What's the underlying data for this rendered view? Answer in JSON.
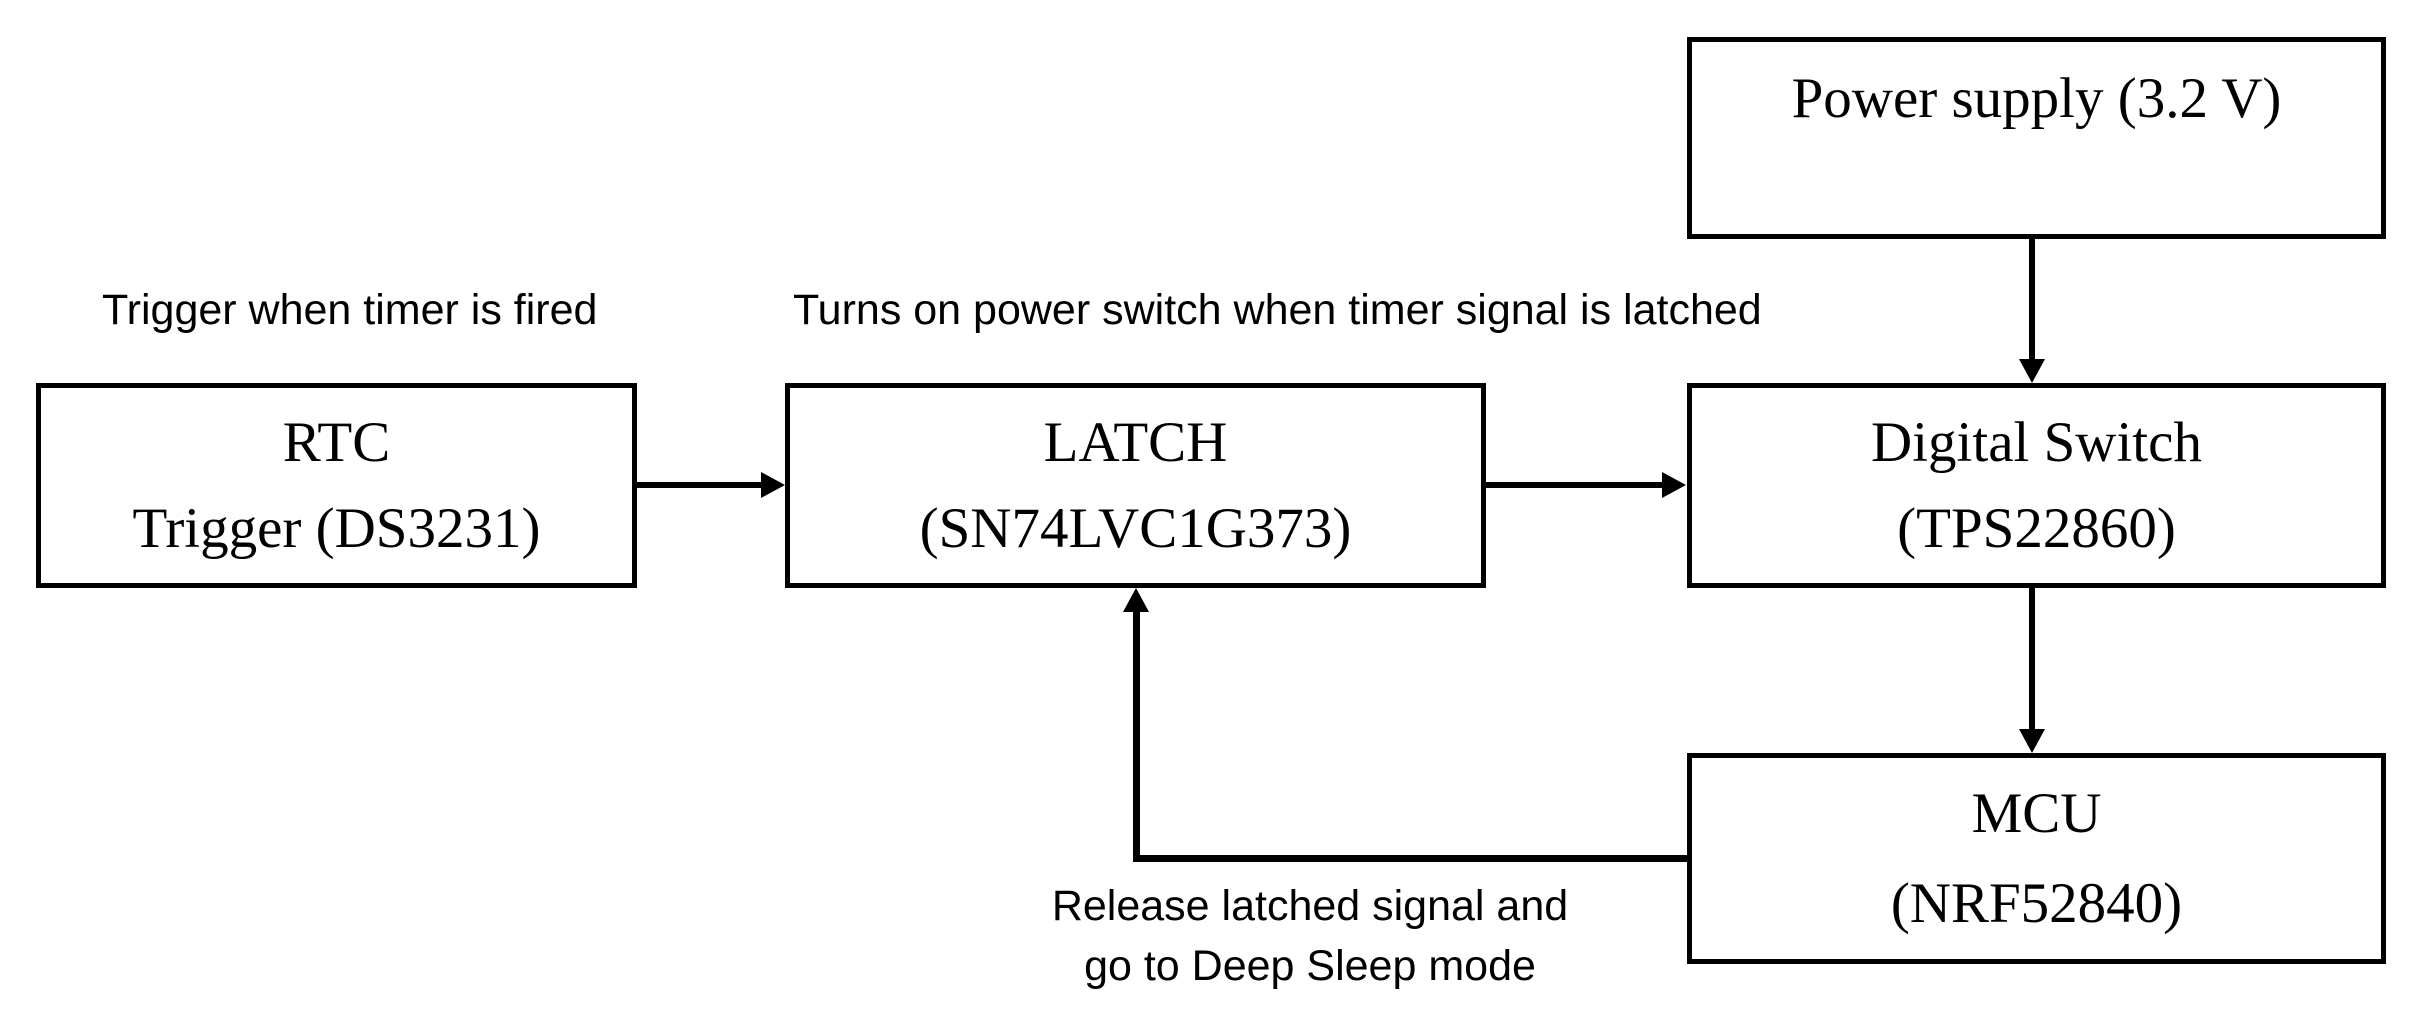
{
  "diagram": {
    "boxes": {
      "power_supply": {
        "line1": "Power supply (3.2 V)"
      },
      "rtc": {
        "line1": "RTC",
        "line2": "Trigger (DS3231)"
      },
      "latch": {
        "line1": "LATCH",
        "line2": "(SN74LVC1G373)"
      },
      "digital_switch": {
        "line1": "Digital Switch",
        "line2": "(TPS22860)"
      },
      "mcu": {
        "line1": "MCU",
        "line2": "(NRF52840)"
      }
    },
    "labels": {
      "rtc_to_latch": "Trigger when timer is fired",
      "latch_to_switch": "Turns on power switch when timer signal is latched",
      "mcu_to_latch_line1": "Release latched signal and",
      "mcu_to_latch_line2": "go to Deep Sleep mode"
    },
    "colors": {
      "foreground": "#000000",
      "background": "#ffffff"
    }
  }
}
